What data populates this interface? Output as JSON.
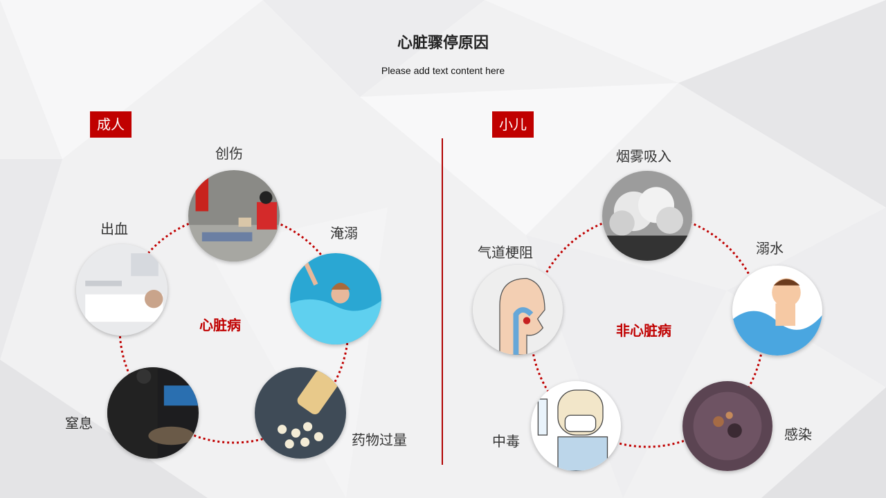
{
  "title": "心脏骤停原因",
  "subtitle": "Please add text content here",
  "adult": {
    "tag": "成人",
    "center": "心脏病",
    "items": [
      "创伤",
      "淹溺",
      "药物过量",
      "窒息",
      "出血"
    ]
  },
  "child": {
    "tag": "小儿",
    "center": "非心脏病",
    "items": [
      "烟雾吸入",
      "溺水",
      "感染",
      "中毒",
      "气道梗阻"
    ]
  },
  "colors": {
    "accent": "#c00000",
    "ring": "#c00000"
  }
}
